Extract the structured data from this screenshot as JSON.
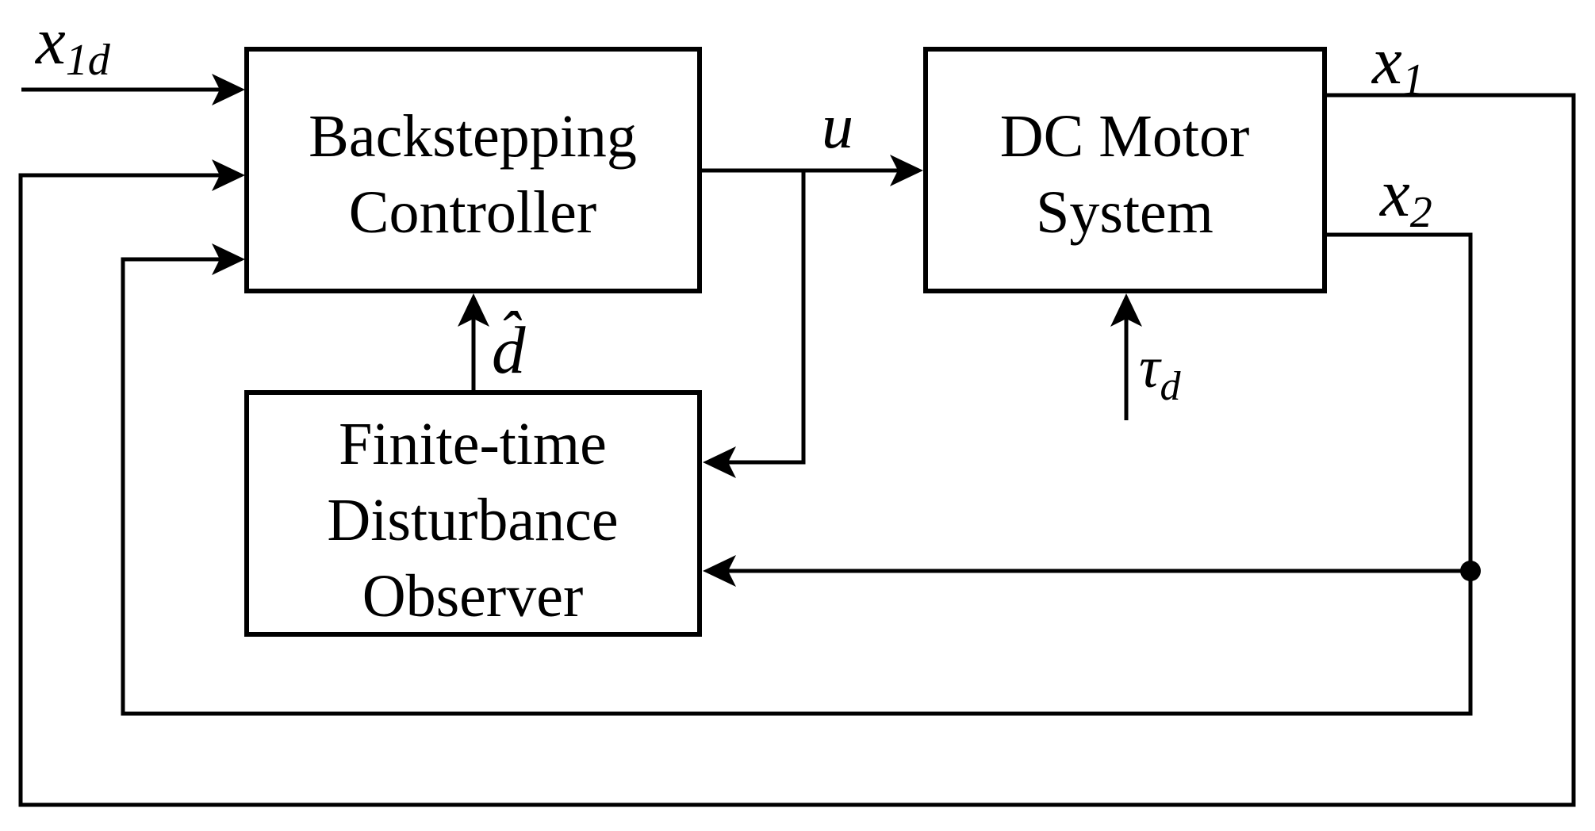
{
  "figure": {
    "background_color": "#ffffff",
    "line_color": "#000000",
    "kind": "control-system-block-diagram"
  },
  "blocks": {
    "controller": {
      "lines": [
        "Backstepping",
        "Controller"
      ]
    },
    "motor": {
      "lines": [
        "DC Motor",
        "System"
      ]
    },
    "observer": {
      "lines": [
        "Finite-time",
        "Disturbance",
        "Observer"
      ]
    }
  },
  "signals": {
    "x1d": {
      "main": "x",
      "sub": "1d"
    },
    "x1": {
      "main": "x",
      "sub": "1"
    },
    "x2": {
      "main": "x",
      "sub": "2"
    },
    "u": {
      "main": "u"
    },
    "tau_d": {
      "main": "τ",
      "sub": "d"
    },
    "dhat": {
      "main": "d",
      "hat": "ˆ"
    }
  }
}
